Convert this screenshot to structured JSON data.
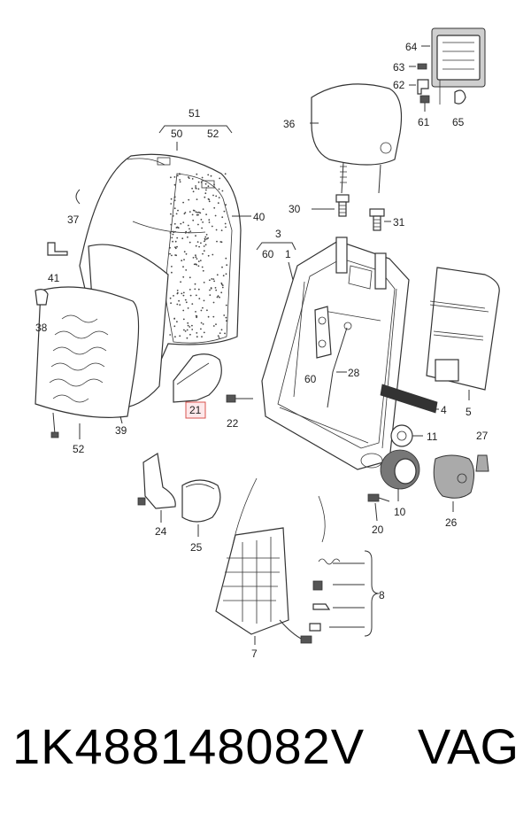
{
  "callouts": {
    "c1": "1",
    "c3": "3",
    "c4": "4",
    "c5": "5",
    "c7": "7",
    "c8": "8",
    "c10": "10",
    "c11": "11",
    "c20": "20",
    "c21": "21",
    "c22": "22",
    "c24": "24",
    "c25": "25",
    "c26": "26",
    "c27": "27",
    "c28": "28",
    "c30": "30",
    "c31": "31",
    "c36": "36",
    "c37": "37",
    "c38": "38",
    "c39": "39",
    "c40": "40",
    "c41": "41",
    "c50": "50",
    "c51": "51",
    "c52a": "52",
    "c52b": "52",
    "c60a": "60",
    "c60b": "60",
    "c61": "61",
    "c62": "62",
    "c63": "63",
    "c64": "64",
    "c65": "65"
  },
  "footer": {
    "part_number": "1K488148082V",
    "brand": "VAG"
  },
  "colors": {
    "highlight_fill": "#fde8ea",
    "highlight_border": "#d9534f"
  }
}
